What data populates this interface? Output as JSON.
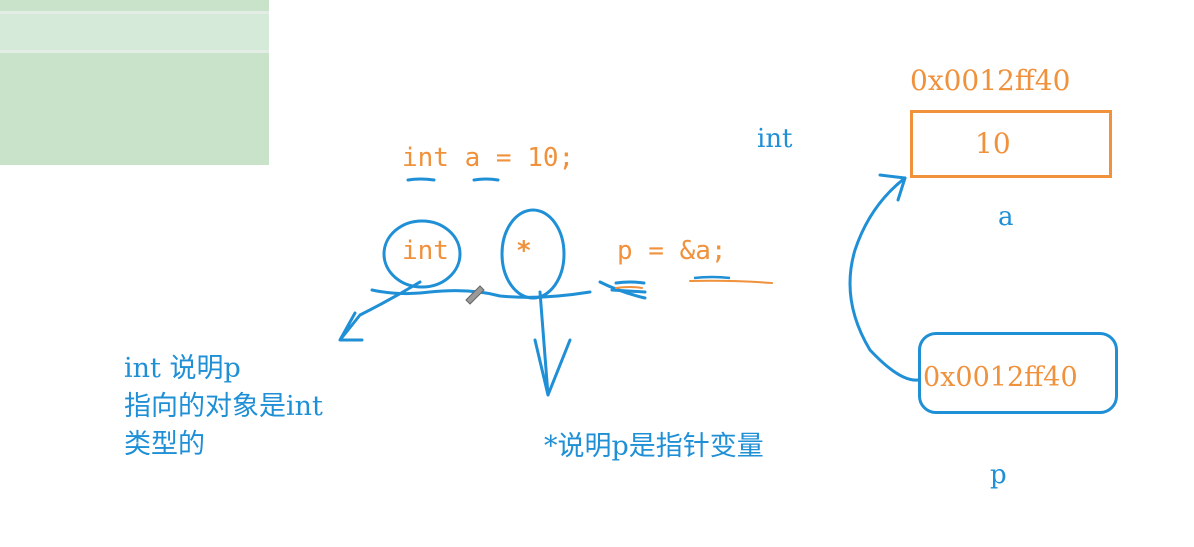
{
  "colors": {
    "code_orange": "#f0913c",
    "annotation_blue": "#1f8fd6",
    "panel_green": "#c8e3c9"
  },
  "code": {
    "line1": "int a = 10;",
    "line2_type": "int",
    "line2_star": "*",
    "line2_rest": "p = &a;"
  },
  "memory": {
    "type_label": "int",
    "var_a": {
      "address": "0x0012ff40",
      "value": "10",
      "name": "a"
    },
    "var_p": {
      "value": "0x0012ff40",
      "name": "p"
    }
  },
  "notes": {
    "int_note": [
      "int 说明p",
      "指向的对象是int",
      "类型的"
    ],
    "star_note": "*说明p是指针变量"
  }
}
